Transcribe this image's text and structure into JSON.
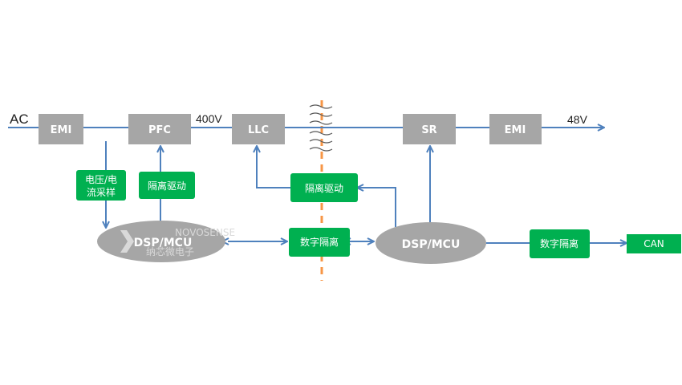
{
  "labels": {
    "ac": "AC",
    "v400": "400V",
    "v48": "48V"
  },
  "blocks": {
    "emi_in": "EMI",
    "pfc": "PFC",
    "llc": "LLC",
    "sr": "SR",
    "emi_out": "EMI"
  },
  "green": {
    "vi_sample_line1": "电压/电",
    "vi_sample_line2": "流采样",
    "iso_drive_left": "隔离驱动",
    "iso_drive_right": "隔离驱动",
    "digital_iso_mid": "数字隔离",
    "digital_iso_right": "数字隔离",
    "can": "CAN"
  },
  "controllers": {
    "left": "DSP/MCU",
    "right": "DSP/MCU"
  },
  "watermark": {
    "brand": "NOVOSENSE",
    "cn": "纳芯微电子"
  },
  "colors": {
    "gray_block": "#a6a6a6",
    "green_block": "#00b050",
    "line": "#4f81bd",
    "isolation": "#f79646",
    "ellipse": "#a6a6a6"
  }
}
